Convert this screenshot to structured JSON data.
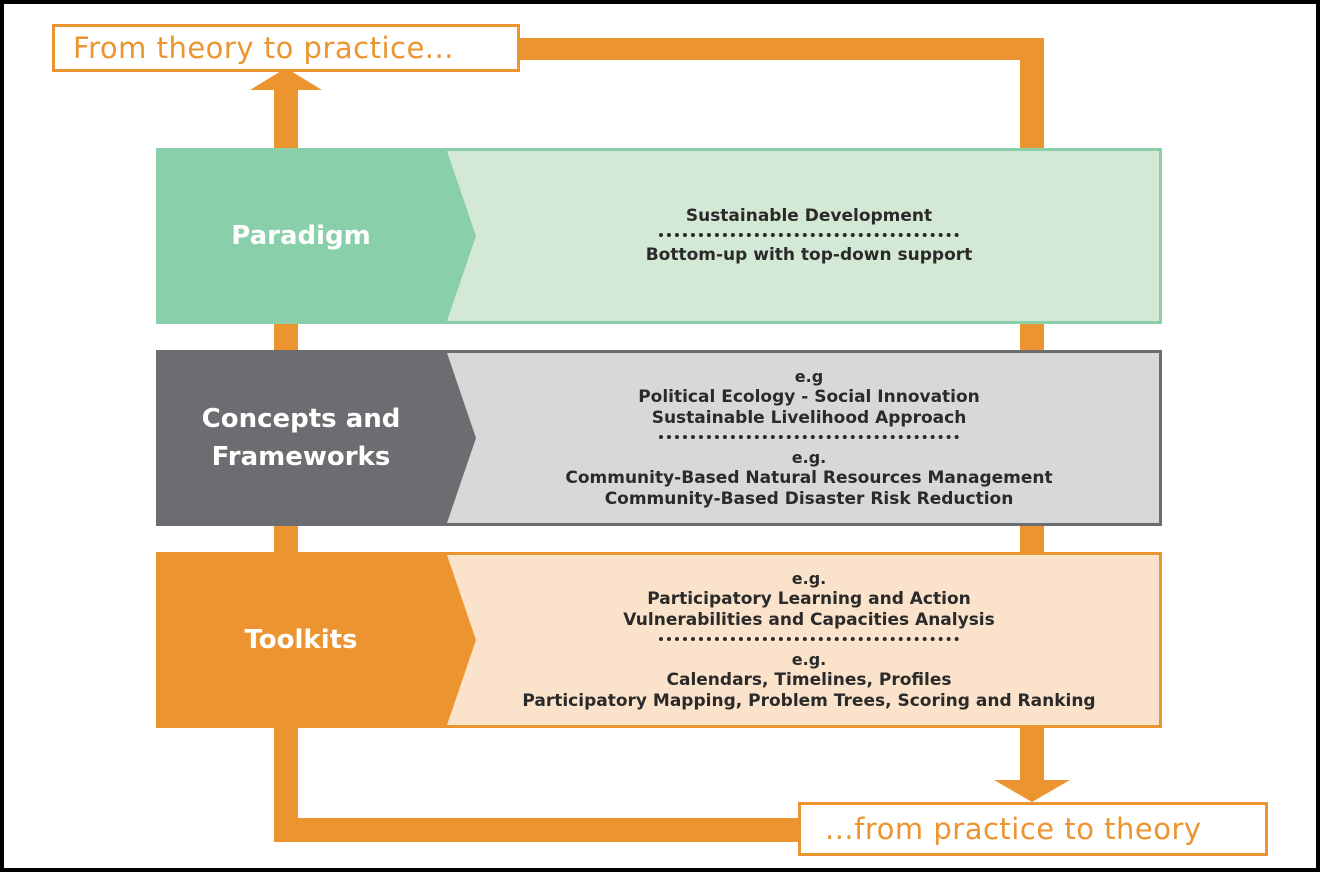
{
  "header_label": "From theory to practice...",
  "footer_label": "...from practice to theory",
  "colors": {
    "orange": "#ec9530",
    "paradigm_chevron": "#89cfaa",
    "paradigm_panel": "#d4e9d5",
    "concepts_chevron": "#6c6d70",
    "concepts_panel": "#d8d8d8",
    "toolkits_chevron": "#ec9530",
    "toolkits_panel": "#fbe3cb"
  },
  "rows": [
    {
      "title": "Paradigm",
      "groups": [
        {
          "lines": [
            "Sustainable Development"
          ]
        },
        {
          "lines": [
            "Bottom-up with top-down support"
          ]
        }
      ]
    },
    {
      "title": "Concepts and Frameworks",
      "groups": [
        {
          "eg": "e.g",
          "lines": [
            "Political Ecology - Social Innovation",
            "Sustainable Livelihood Approach"
          ]
        },
        {
          "eg": "e.g.",
          "lines": [
            "Community-Based Natural Resources Management",
            "Community-Based Disaster Risk Reduction"
          ]
        }
      ]
    },
    {
      "title": "Toolkits",
      "groups": [
        {
          "eg": "e.g.",
          "lines": [
            "Participatory Learning and Action",
            "Vulnerabilities and Capacities Analysis"
          ]
        },
        {
          "eg": "e.g.",
          "lines": [
            "Calendars, Timelines, Profiles",
            "Participatory Mapping, Problem Trees, Scoring and Ranking"
          ]
        }
      ]
    }
  ]
}
